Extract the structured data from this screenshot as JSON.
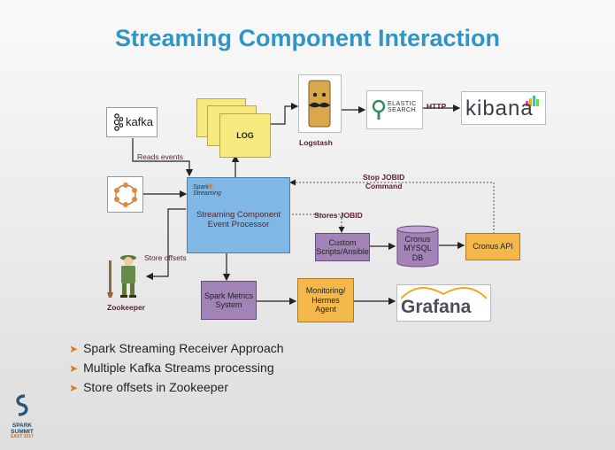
{
  "slide": {
    "title": "Streaming Component Interaction"
  },
  "diagram": {
    "kafka": {
      "label": "kafka"
    },
    "log": {
      "label": "LOG"
    },
    "logstash": {
      "label": "Logstash"
    },
    "elastic": {
      "label": "ELASTIC SEARCH"
    },
    "http": {
      "label": "HTTP"
    },
    "kibana": {
      "label": "kibana"
    },
    "reads_events": {
      "label": "Reads events"
    },
    "spark_streaming_logo": {
      "line1": "Spark",
      "line2": "Streaming"
    },
    "processor": {
      "line1": "Streaming Component",
      "line2": "Event Processor"
    },
    "stop_command": {
      "line1": "Stop  JOBID",
      "line2": "Command"
    },
    "stores_jobid": {
      "label": "Stores JOBID"
    },
    "store_offsets": {
      "label": "Store offsets"
    },
    "zookeeper": {
      "label": "Zookeeper"
    },
    "custom_scripts": {
      "line1": "Custom",
      "line2": "Scripts/Ansible"
    },
    "cronus_db": {
      "line1": "Cronus",
      "line2": "MYSQL",
      "line3": "DB"
    },
    "cronus_api": {
      "label": "Cronus API"
    },
    "spark_metrics": {
      "line1": "Spark Metrics",
      "line2": "System"
    },
    "monitoring": {
      "line1": "Monitoring/",
      "line2": "Hermes",
      "line3": "Agent"
    },
    "grafana": {
      "label": "Grafana"
    }
  },
  "bullets": [
    "Spark Streaming Receiver Approach",
    "Multiple Kafka Streams processing",
    "Store offsets in Zookeeper"
  ],
  "logo": {
    "line1": "SPARK",
    "line2": "SUMMIT",
    "line3": "EAST 2017"
  },
  "colors": {
    "title": "#2f95c7",
    "processor_fill": "#7fb8e4",
    "purple_box": "#a283b8",
    "orange_box": "#f4b84a",
    "log_fill": "#f7e97d",
    "label_text": "#5a1f2e",
    "bullet_marker": "#d87a1e"
  }
}
